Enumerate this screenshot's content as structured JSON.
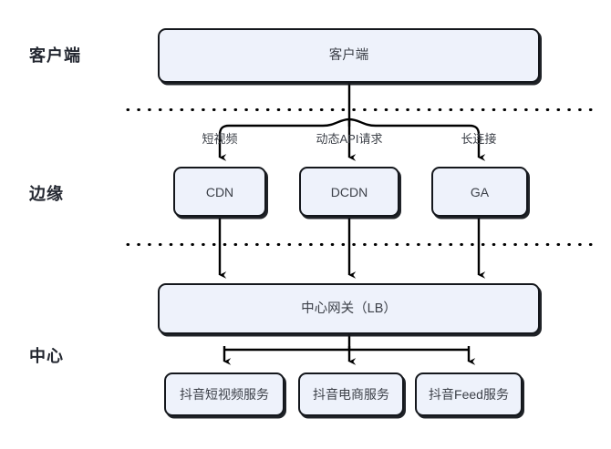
{
  "diagram": {
    "title_rows": [
      {
        "id": "client",
        "label": "客户端"
      },
      {
        "id": "edge",
        "label": "边缘"
      },
      {
        "id": "center",
        "label": "中心"
      }
    ],
    "nodes": {
      "client_box": "客户端",
      "cdn": "CDN",
      "dcdn": "DCDN",
      "ga": "GA",
      "gateway": "中心网关（LB）",
      "service_short_video": "抖音短视频服务",
      "service_ecommerce": "抖音电商服务",
      "service_feed": "抖音Feed服务"
    },
    "edge_labels": {
      "to_cdn": "短视频",
      "to_dcdn": "动态API请求",
      "to_ga": "长连接"
    },
    "colors": {
      "box_fill": "#eef2fb",
      "box_stroke": "#14171c",
      "text": "#3c4048",
      "row_label_text": "#232730",
      "connector": "#000000",
      "divider": "#000000"
    }
  }
}
